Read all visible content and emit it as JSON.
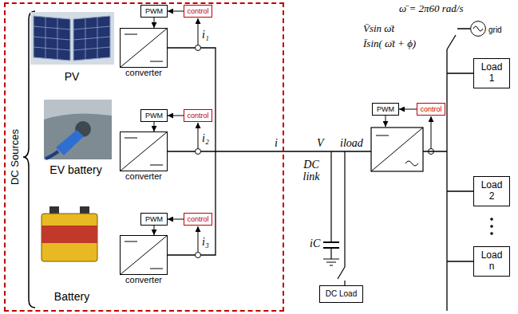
{
  "diagram": {
    "nodes": [
      {
        "text": [
          "DC Sources"
        ]
      },
      {
        "text": [
          "PWM"
        ],
        "in": 0
      },
      {
        "text": [
          "control"
        ],
        "in": 0
      },
      {
        "text": [
          "converter"
        ],
        "in": 0
      },
      {
        "text": [
          "PWM"
        ],
        "in": 0
      },
      {
        "text": [
          "control"
        ],
        "in": 0
      },
      {
        "text": [
          "converter"
        ],
        "in": 0
      },
      {
        "text": [
          "PWM"
        ],
        "in": 0
      },
      {
        "text": [
          "control"
        ],
        "in": 0
      },
      {
        "text": [
          "converter"
        ],
        "in": 0
      },
      {
        "text": [
          "PWM"
        ]
      },
      {
        "text": [
          "control"
        ]
      },
      {
        "text": [
          "grid"
        ]
      },
      {
        "text": [
          "Load 1"
        ]
      },
      {
        "text": [
          "DC Load"
        ]
      },
      {
        "text": [
          "Load 2"
        ]
      },
      {
        "text": [
          "Load n"
        ]
      }
    ],
    "edges": [
      {
        "from": 2,
        "to": 1,
        "arrow": "to"
      },
      {
        "from": 1,
        "to": 3,
        "arrow": "to"
      },
      {
        "from": 5,
        "to": 4,
        "arrow": "to"
      },
      {
        "from": 4,
        "to": 6,
        "arrow": "to"
      },
      {
        "from": 8,
        "to": 7,
        "arrow": "to"
      },
      {
        "from": 7,
        "to": 9,
        "arrow": "to"
      },
      {
        "from": 11,
        "to": 10,
        "arrow": "to"
      }
    ],
    "labels": [
      "PV",
      "EV battery",
      "Battery",
      "i₁",
      "i₂",
      "i₃",
      "i",
      "V",
      "iload",
      "DC link",
      "iC",
      "ω̄ = 2π60 rad/s",
      "V̄sin ω̄t",
      "Īsin( ω̄t + ϕ)"
    ]
  }
}
